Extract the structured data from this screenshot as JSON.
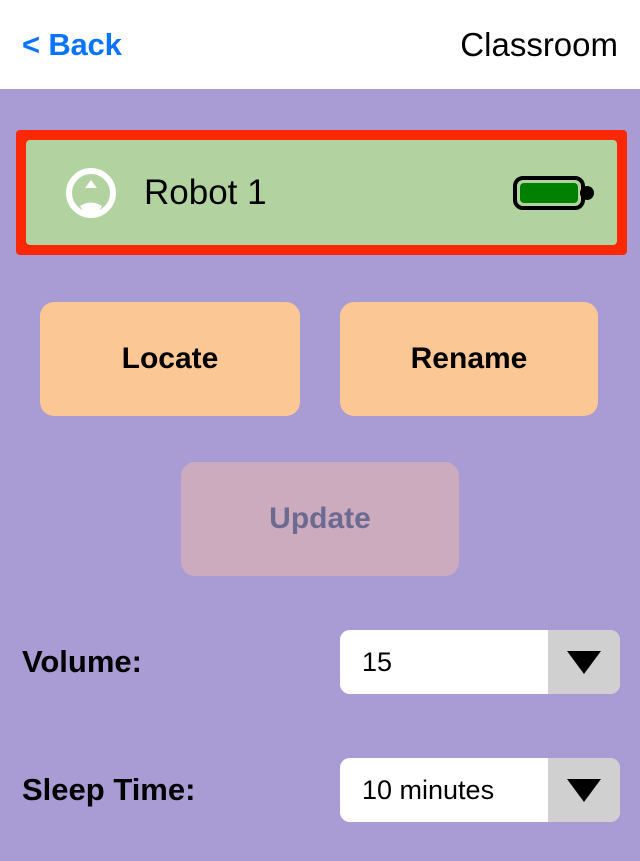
{
  "header": {
    "back_label": "< Back",
    "title": "Classroom",
    "back_color": "#0a73ff"
  },
  "robot_card": {
    "name": "Robot 1",
    "selected": true,
    "selection_color": "#fa2805",
    "card_color": "#b2d3a0",
    "robot_icon": "robot-head-icon",
    "battery_icon": "battery-full-icon",
    "battery_level": "full",
    "battery_color": "#008000"
  },
  "actions": {
    "locate_label": "Locate",
    "rename_label": "Rename",
    "update_label": "Update",
    "update_disabled": true,
    "button_color": "#fbc794",
    "disabled_color": "#ccabbe"
  },
  "settings": {
    "volume": {
      "label": "Volume:",
      "value": "15",
      "caret_icon": "chevron-down-icon"
    },
    "sleep_time": {
      "label": "Sleep Time:",
      "value": "10 minutes",
      "caret_icon": "chevron-down-icon"
    }
  },
  "theme": {
    "background": "#a99bd3",
    "nav_background": "#ffffff"
  }
}
